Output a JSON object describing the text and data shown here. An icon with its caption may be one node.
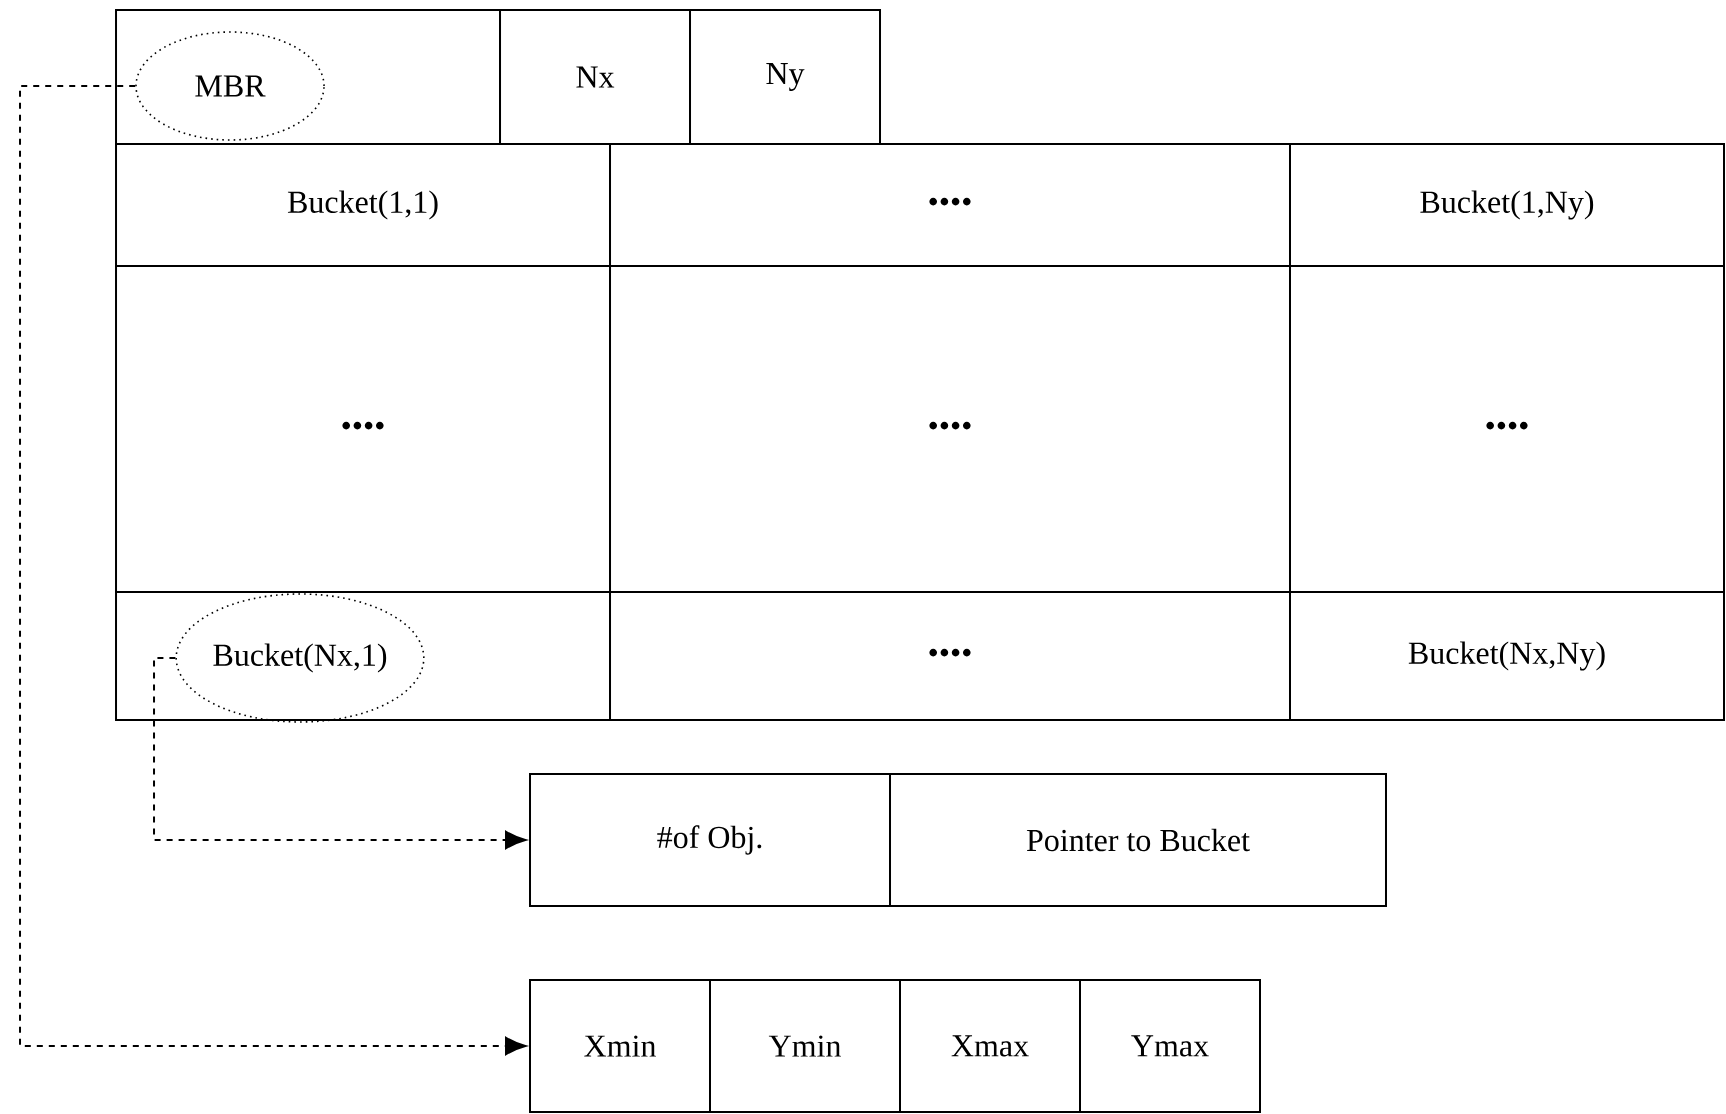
{
  "diagram": {
    "nodes": [
      {
        "text": [
          "MBR"
        ]
      },
      {
        "text": [
          "Nx"
        ]
      },
      {
        "text": [
          "Ny"
        ]
      },
      {
        "text": [
          "Bucket(1,1)"
        ]
      },
      {
        "text": [
          "••••"
        ]
      },
      {
        "text": [
          "Bucket(1,Ny)"
        ]
      },
      {
        "text": [
          "••••"
        ]
      },
      {
        "text": [
          "••••"
        ]
      },
      {
        "text": [
          "••••"
        ]
      },
      {
        "text": [
          "Bucket(Nx,1)"
        ]
      },
      {
        "text": [
          "••••"
        ]
      },
      {
        "text": [
          "Bucket(Nx,Ny)"
        ]
      },
      {
        "text": [
          "#of Obj."
        ]
      },
      {
        "text": [
          "Pointer to Bucket"
        ]
      },
      {
        "text": [
          "Xmin"
        ]
      },
      {
        "text": [
          "Ymin"
        ]
      },
      {
        "text": [
          "Xmax"
        ]
      },
      {
        "text": [
          "Ymax"
        ]
      }
    ],
    "edges": [
      {
        "from": 9,
        "to": 12,
        "arrow": "to",
        "style": "dashed"
      },
      {
        "from": 0,
        "to": 14,
        "arrow": "to",
        "style": "dashed"
      }
    ]
  }
}
